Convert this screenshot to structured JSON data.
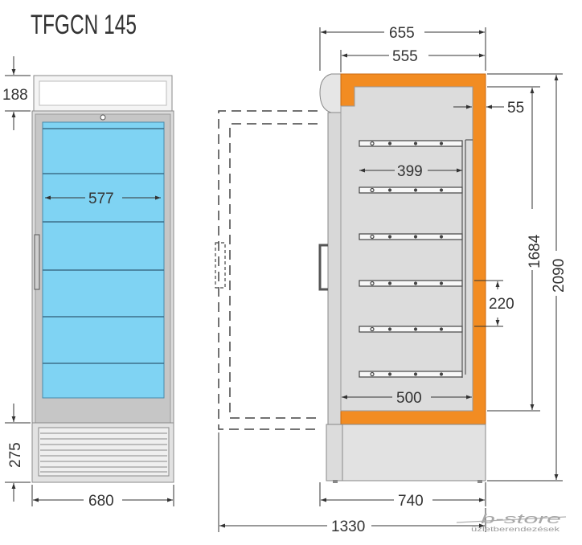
{
  "title": "TFGCN 145",
  "colors": {
    "glass": "#7fd3f3",
    "cabinet": "#dcdcdc",
    "frame": "#b8b8b8",
    "insulation": "#f28c22",
    "ink": "#333333",
    "brand": "#a8a8a8"
  },
  "front_view": {
    "dims": {
      "canopy_height": "188",
      "shelf_width": "577",
      "base_height": "275",
      "width": "680"
    }
  },
  "side_view": {
    "dims": {
      "outer_depth": "655",
      "inner_depth": "555",
      "insulation": "55",
      "shelf_depth": "399",
      "inner_height": "1684",
      "total_height": "2090",
      "shelf_spacing": "220",
      "bottom_depth": "500",
      "depth": "740",
      "depth_door_open": "1330"
    }
  },
  "logo": {
    "brand": "b-store",
    "tagline": "üzletberendezések"
  }
}
